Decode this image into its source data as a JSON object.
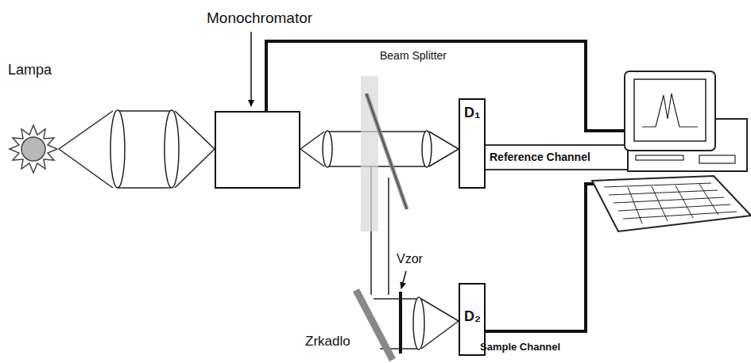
{
  "diagram": {
    "nodes": [
      {
        "text": [
          "Monochromator"
        ]
      },
      {
        "text": [
          "D₁"
        ]
      },
      {
        "text": [
          "D₂"
        ]
      }
    ],
    "labels": [
      "Lampa",
      "Beam Splitter",
      "Reference Channel",
      "Vzor",
      "Zrkadlo",
      "Sample Channel"
    ]
  }
}
